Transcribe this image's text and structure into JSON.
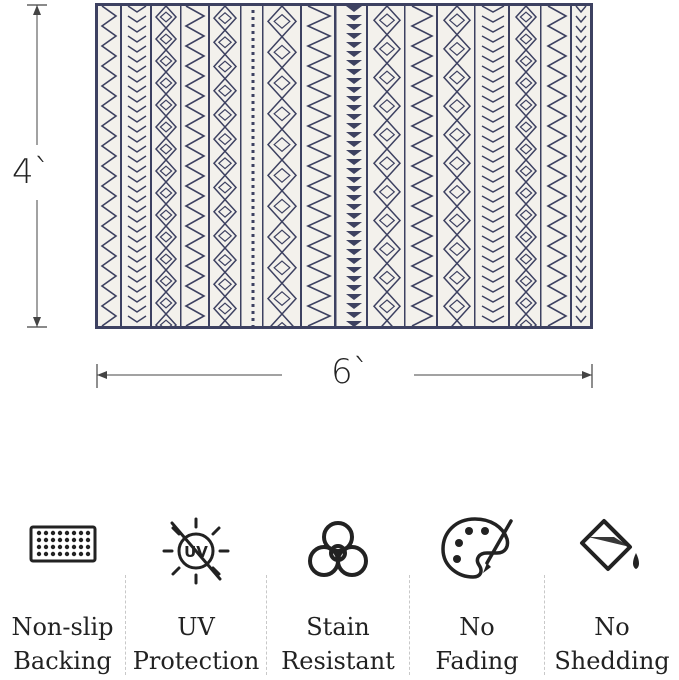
{
  "product": {
    "height_label": "4`",
    "width_label": "6`"
  },
  "features": [
    {
      "icon": "nonslip-backing-icon",
      "line1": "Non-slip",
      "line2": "Backing"
    },
    {
      "icon": "uv-protection-icon",
      "line1": "UV",
      "line2": "Protection"
    },
    {
      "icon": "biohazard-stain-icon",
      "line1": "Stain",
      "line2": "Resistant"
    },
    {
      "icon": "palette-icon",
      "line1": "No",
      "line2": "Fading"
    },
    {
      "icon": "paint-bucket-icon",
      "line1": "No",
      "line2": "Shedding"
    }
  ],
  "colors": {
    "rug_navy": "#3d4161",
    "rug_cream": "#f3f1ec",
    "text": "#222222"
  }
}
